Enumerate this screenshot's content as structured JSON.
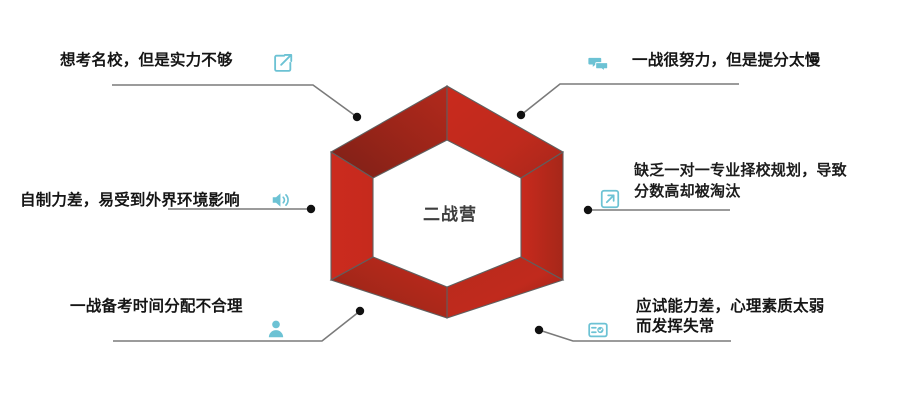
{
  "diagram": {
    "center": {
      "label": "二战营",
      "shape": "hexagon-ring",
      "colors": {
        "red_bright": "#C9281C",
        "red_mid": "#B42318",
        "red_dark": "#8C2318",
        "edge": "#6f6f6f",
        "center_text": "#3d3d3d"
      }
    },
    "accent_icon_color": "#6CC2D4",
    "connector_color": "#7a7a7a",
    "nodes": [
      {
        "id": "top-left",
        "text": "想考名校，但是实力不够",
        "icon": "share-export-icon",
        "position": "top-left"
      },
      {
        "id": "top-right",
        "text": "一战很努力，但是提分太慢",
        "icon": "chat-bubbles-icon",
        "position": "top-right"
      },
      {
        "id": "middle-left",
        "text": "自制力差，易受到外界环境影响",
        "icon": "speaker-volume-icon",
        "position": "middle-left"
      },
      {
        "id": "middle-right",
        "text": "缺乏一对一专业择校规划，导致\n分数高却被淘汰",
        "icon": "pointer-square-icon",
        "position": "middle-right"
      },
      {
        "id": "bottom-left",
        "text": "一战备考时间分配不合理",
        "icon": "person-user-icon",
        "position": "bottom-left"
      },
      {
        "id": "bottom-right",
        "text": "应试能力差，心理素质太弱\n而发挥失常",
        "icon": "id-card-icon",
        "position": "bottom-right"
      }
    ]
  }
}
